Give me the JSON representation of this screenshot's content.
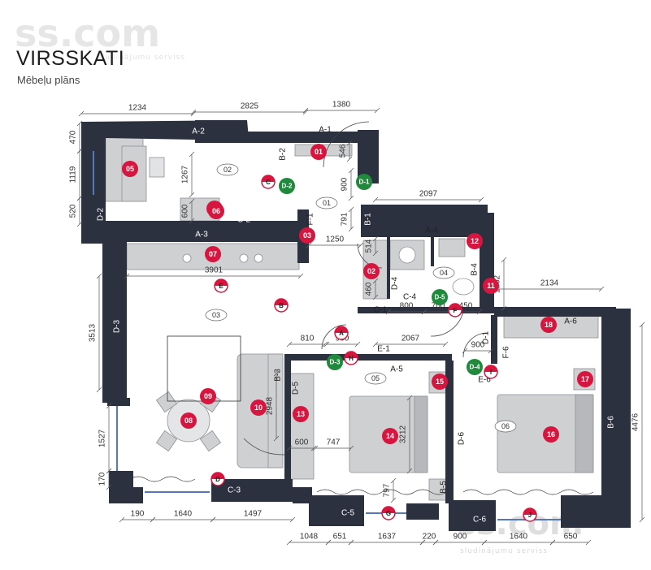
{
  "header": {
    "title": "VIRSSKATI",
    "subtitle": "Mēbeļu plāns"
  },
  "watermarks": [
    {
      "text": "ss.com",
      "sub": "sludinājumu serviss"
    },
    {
      "text": "ss.com",
      "sub": "sludinājumu serviss"
    }
  ],
  "colors": {
    "wall": "#2c3140",
    "furniture": "#cfd0d2",
    "furniture_dark": "#8e9096",
    "marker_red": "#d6163e",
    "marker_green": "#1f8a3c",
    "dimension": "#555555"
  },
  "dimensions": {
    "top": [
      "1234",
      "2825",
      "1380"
    ],
    "left_top": [
      "470",
      "1119",
      "520"
    ],
    "left_mid": [
      "3513"
    ],
    "left_bottom": [
      "1527",
      "170"
    ],
    "bottom_row1": [
      "190",
      "1640",
      "1497"
    ],
    "bottom_row2": [
      "1048",
      "651",
      "1637",
      "220",
      "900",
      "1640",
      "650"
    ],
    "right": [
      "1462",
      "4476"
    ],
    "inner": [
      "1267",
      "600",
      "546",
      "900",
      "791",
      "2097",
      "1250",
      "514",
      "460",
      "3901",
      "800",
      "700",
      "450",
      "2134",
      "810",
      "900",
      "2067",
      "900",
      "2948",
      "3212",
      "600",
      "747",
      "797"
    ]
  },
  "wall_labels": [
    "A-1",
    "A-2",
    "A-3",
    "A-4",
    "A-5",
    "A-6",
    "B-1",
    "B-2",
    "B-3",
    "B-4",
    "B-5",
    "B-6",
    "C-1",
    "C-2",
    "C-3",
    "C-4",
    "C-5",
    "C-6",
    "D-1",
    "D-2",
    "D-3",
    "D-4",
    "D-5",
    "D-6",
    "E-1",
    "E-6",
    "F-1",
    "F-6"
  ],
  "rooms": [
    "01",
    "02",
    "03",
    "04",
    "05",
    "06"
  ],
  "furniture_markers": [
    "01",
    "02",
    "03",
    "04",
    "05",
    "06",
    "07",
    "08",
    "09",
    "10",
    "11",
    "12",
    "13",
    "14",
    "15",
    "16",
    "17",
    "18"
  ],
  "door_markers": [
    "D-1",
    "D-2",
    "D-3",
    "D-4",
    "D-5"
  ],
  "view_markers": [
    "A",
    "B",
    "C",
    "D",
    "E",
    "F",
    "G",
    "H",
    "I",
    "J"
  ]
}
